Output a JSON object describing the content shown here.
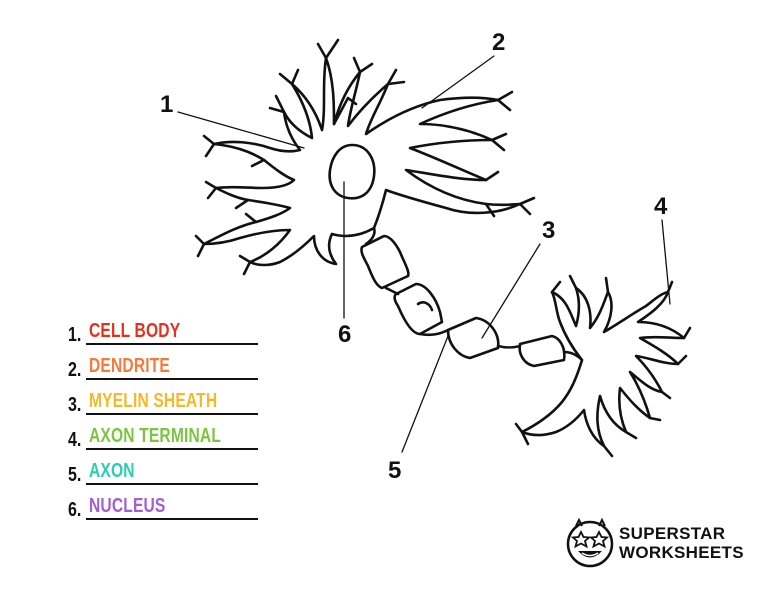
{
  "callouts": [
    "1",
    "2",
    "3",
    "4",
    "5",
    "6"
  ],
  "legend": [
    {
      "number": "1.",
      "term": "CELL BODY",
      "color": "#e2321f"
    },
    {
      "number": "2.",
      "term": "DENDRITE",
      "color": "#f07b3c"
    },
    {
      "number": "3.",
      "term": "MYELIN SHEATH",
      "color": "#f3b92b"
    },
    {
      "number": "4.",
      "term": "AXON TERMINAL",
      "color": "#7cc442"
    },
    {
      "number": "5.",
      "term": "AXON",
      "color": "#2bcdb4"
    },
    {
      "number": "6.",
      "term": "NUCLEUS",
      "color": "#a25ed4"
    }
  ],
  "brand": {
    "line1": "SUPERSTAR",
    "line2": "WORKSHEETS",
    "logo_icon": "star-face-logo"
  }
}
